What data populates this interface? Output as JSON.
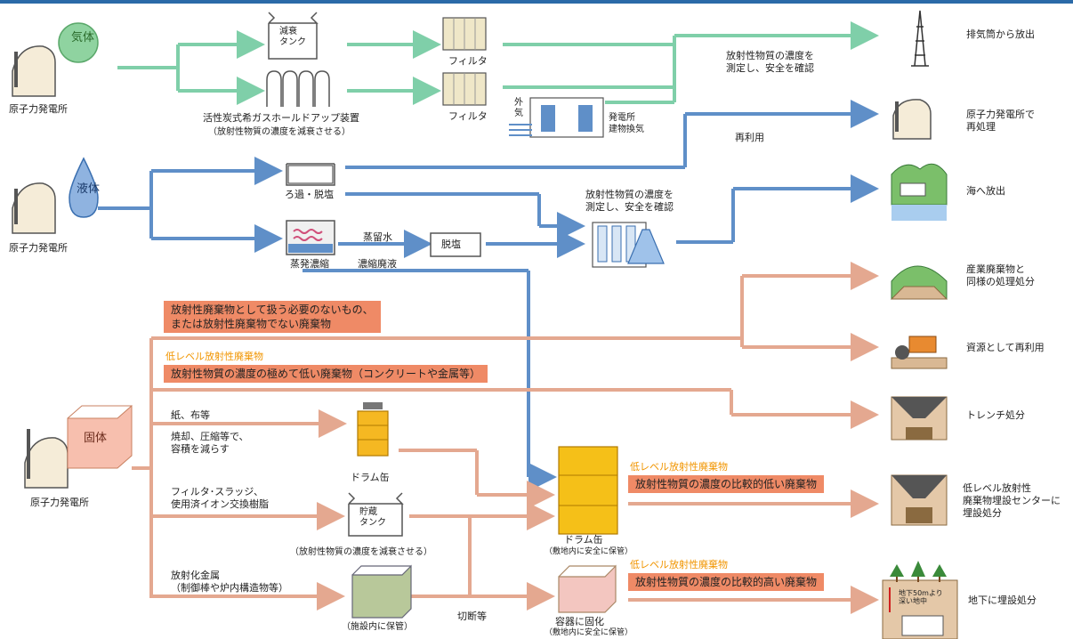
{
  "colors": {
    "gas": "#7fcfa9",
    "liquid": "#5f8fc8",
    "solid": "#e4a890",
    "orange_box": "#ef8a66",
    "orange_text": "#f19500",
    "blue_bar": "#2b6aa8"
  },
  "sources": {
    "gas_badge": "気体",
    "liquid_badge": "液体",
    "solid_badge": "固体",
    "plant_label": "原子力発電所"
  },
  "gas": {
    "tank_top": "減衰\nタンク",
    "holdup_label": "活性炭式希ガスホールドアップ装置",
    "holdup_sub": "（放射性物質の濃度を減衰させる）",
    "filter1": "フィルタ",
    "filter2": "フィルタ",
    "outside_air": "外\n気",
    "building_vent": "発電所\n建物換気",
    "measure": "放射性物質の濃度を\n測定し、安全を確認"
  },
  "liquid": {
    "filter_demin": "ろ過・脱塩",
    "evaporator": "蒸発濃縮",
    "distilled": "蒸留水",
    "desalt": "脱塩",
    "concentrate": "濃縮廃液",
    "measure": "放射性物質の濃度を\n測定し、安全を確認",
    "reuse": "再利用"
  },
  "solid": {
    "box_not_needed": "放射性廃棄物として扱う必要のないもの、\nまたは放射性廃棄物でない廃棄物",
    "low_level_heading": "低レベル放射性廃棄物",
    "box_very_low": "放射性物質の濃度の極めて低い廃棄物（コンクリートや金属等）",
    "paper": "紙、布等",
    "incinerate": "焼却、圧縮等で、\n容積を減らす",
    "drum1": "ドラム缶",
    "resin": "フィルタ･スラッジ、\n使用済イオン交換樹脂",
    "storage_tank": "貯蔵\nタンク",
    "storage_sub": "（放射性物質の濃度を減衰させる）",
    "activated": "放射化金属\n（制御棒や炉内構造物等）",
    "facility_store": "（施設内に保管）",
    "cutting": "切断等",
    "drum2": "ドラム缶",
    "drum2_sub": "（敷地内に安全に保管）",
    "container": "容器に固化",
    "container_sub": "（敷地内に安全に保管）",
    "low_heading2": "低レベル放射性廃棄物",
    "box_low_rel": "放射性物質の濃度の比較的低い廃棄物",
    "low_heading3": "低レベル放射性廃棄物",
    "box_high_rel": "放射性物質の濃度の比較的高い廃棄物",
    "underground_sign": "地下50mより\n深い地中"
  },
  "destinations": [
    {
      "label": "排気筒から放出"
    },
    {
      "label": "原子力発電所で\n再処理"
    },
    {
      "label": "海へ放出"
    },
    {
      "label": "産業廃棄物と\n同様の処理処分"
    },
    {
      "label": "資源として再利用"
    },
    {
      "label": "トレンチ処分"
    },
    {
      "label": "低レベル放射性\n廃棄物埋設センターに\n埋設処分"
    },
    {
      "label": "地下に埋設処分"
    }
  ]
}
